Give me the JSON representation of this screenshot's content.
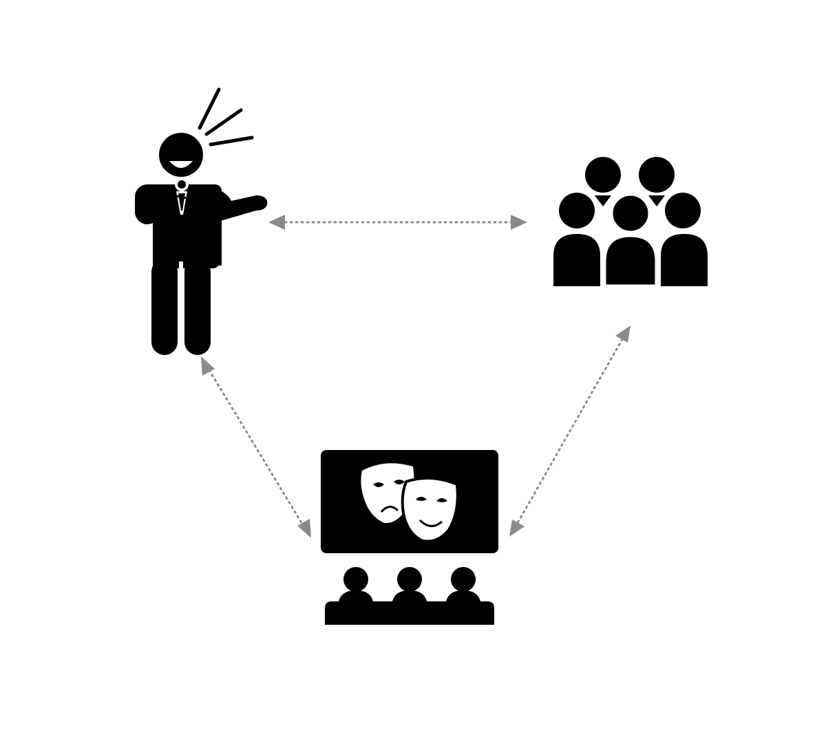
{
  "diagram": {
    "nodes": [
      {
        "id": "comedian",
        "icon": "stand-up-comedian-icon"
      },
      {
        "id": "audience",
        "icon": "audience-group-icon"
      },
      {
        "id": "theater",
        "icon": "theater-screen-icon"
      }
    ],
    "edges": [
      {
        "from": "comedian",
        "to": "audience",
        "style": "dotted",
        "direction": "both"
      },
      {
        "from": "comedian",
        "to": "theater",
        "style": "dotted",
        "direction": "both"
      },
      {
        "from": "audience",
        "to": "theater",
        "style": "dotted",
        "direction": "both"
      }
    ],
    "colors": {
      "icon": "#000000",
      "connector": "#8a8a8a",
      "background": "#ffffff"
    }
  }
}
